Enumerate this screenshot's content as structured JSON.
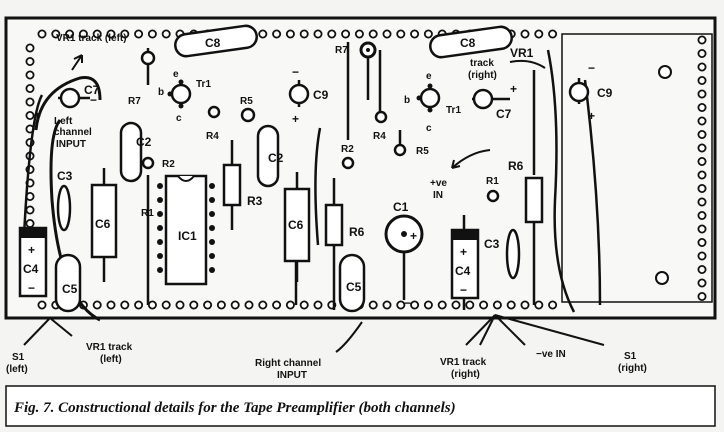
{
  "caption": "Fig. 7. Constructional details for the Tape Preamplifier (both channels)",
  "labels": {
    "vr1_track_left_top": "VR1 track (left)",
    "c8_left": "C8",
    "c8_right": "C8",
    "vr1_right_a": "VR1",
    "vr1_right_b": "track",
    "vr1_right_c": "(right)",
    "r7_left": "R7",
    "r7_right": "R7",
    "tr1_left": "Tr1",
    "tr1_right": "Tr1",
    "c9_left": "C9",
    "c9_right": "C9",
    "c7_left": "C7",
    "c7_right": "C7",
    "left_channel_a": "Left",
    "left_channel_b": "channel",
    "left_channel_c": "INPUT",
    "r4_left": "R4",
    "r4_right": "R4",
    "r5_left": "R5",
    "r5_right": "R5",
    "c2_left": "C2",
    "c2_mid": "C2",
    "r2_left": "R2",
    "r2_right": "R2",
    "r1_left": "R1",
    "r1_right": "R1",
    "c3_left": "C3",
    "c3_right": "C3",
    "c6_left": "C6",
    "c6_right": "C6",
    "ic1": "IC1",
    "r3": "R3",
    "r6_left": "R6",
    "r6_right": "R6",
    "c4_left": "C4",
    "c4_right": "C4",
    "c5_left": "C5",
    "c5_right": "C5",
    "c1": "C1",
    "ve_in_a": "+ve",
    "ve_in_b": "IN",
    "pin_e": "e",
    "pin_b": "b",
    "pin_c": "c",
    "plus": "+",
    "minus": "−",
    "s1_left_a": "S1",
    "s1_left_b": "(left)",
    "vr1_bottom_left_a": "VR1 track",
    "vr1_bottom_left_b": "(left)",
    "right_input_a": "Right channel",
    "right_input_b": "INPUT",
    "vr1_bottom_right_a": "VR1 track",
    "vr1_bottom_right_b": "(right)",
    "neg_ve_in": "−ve IN",
    "s1_right_a": "S1",
    "s1_right_b": "(right)"
  }
}
